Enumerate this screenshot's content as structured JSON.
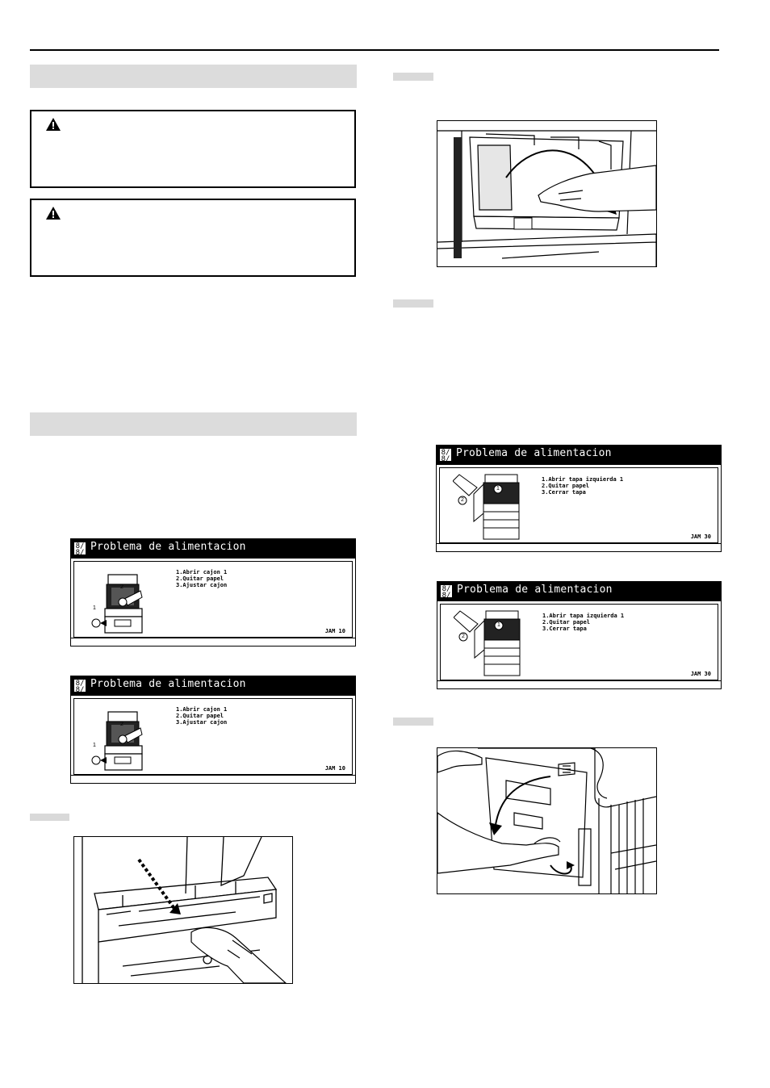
{
  "screens": {
    "drawer_jam": {
      "title": "Problema de alimentacion",
      "steps": [
        "1.Abrir cajon 1",
        "2.Quitar papel",
        "3.Ajustar cajon"
      ],
      "code": "JAM 10",
      "icon_text": "8/\n8/"
    },
    "left_cover_jam": {
      "title": "Problema de alimentacion",
      "steps": [
        "1.Abrir tapa izquierda 1",
        "2.Quitar papel",
        "3.Cerrar tapa"
      ],
      "code": "JAM 30",
      "icon_text": "8/\n8/"
    }
  },
  "callouts": {
    "one": "1",
    "two": "2"
  },
  "colors": {
    "section_bar": "#dcdcdc",
    "step_tag": "#d9d9d9",
    "screen_header": "#000000"
  },
  "icons": {
    "warning": "warning-triangle-icon"
  }
}
